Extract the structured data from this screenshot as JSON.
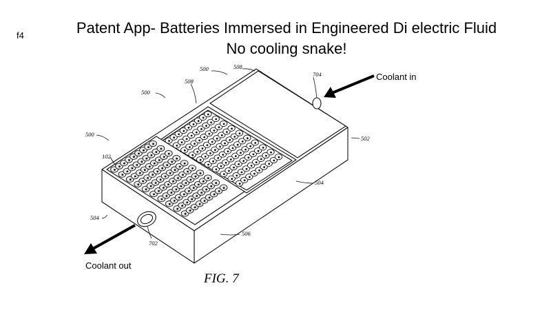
{
  "slide": {
    "tag": "f4",
    "title_line1": "Patent App- Batteries Immersed in Engineered Di electric Fluid",
    "title_line2": "No cooling snake!"
  },
  "callouts": {
    "coolant_in": "Coolant in",
    "coolant_out": "Coolant out"
  },
  "figure": {
    "caption": "FIG. 7",
    "reference_numerals": {
      "r500_top": "500",
      "r508_top": "508",
      "r704": "704",
      "r500_mid": "500",
      "r508_mid": "508",
      "r500_left": "500",
      "r502": "502",
      "r102": "102",
      "r504_right": "504",
      "r504_left": "504",
      "r506": "506",
      "r702": "702"
    }
  },
  "colors": {
    "line": "#111111",
    "arrow": "#000000",
    "background": "#ffffff"
  }
}
